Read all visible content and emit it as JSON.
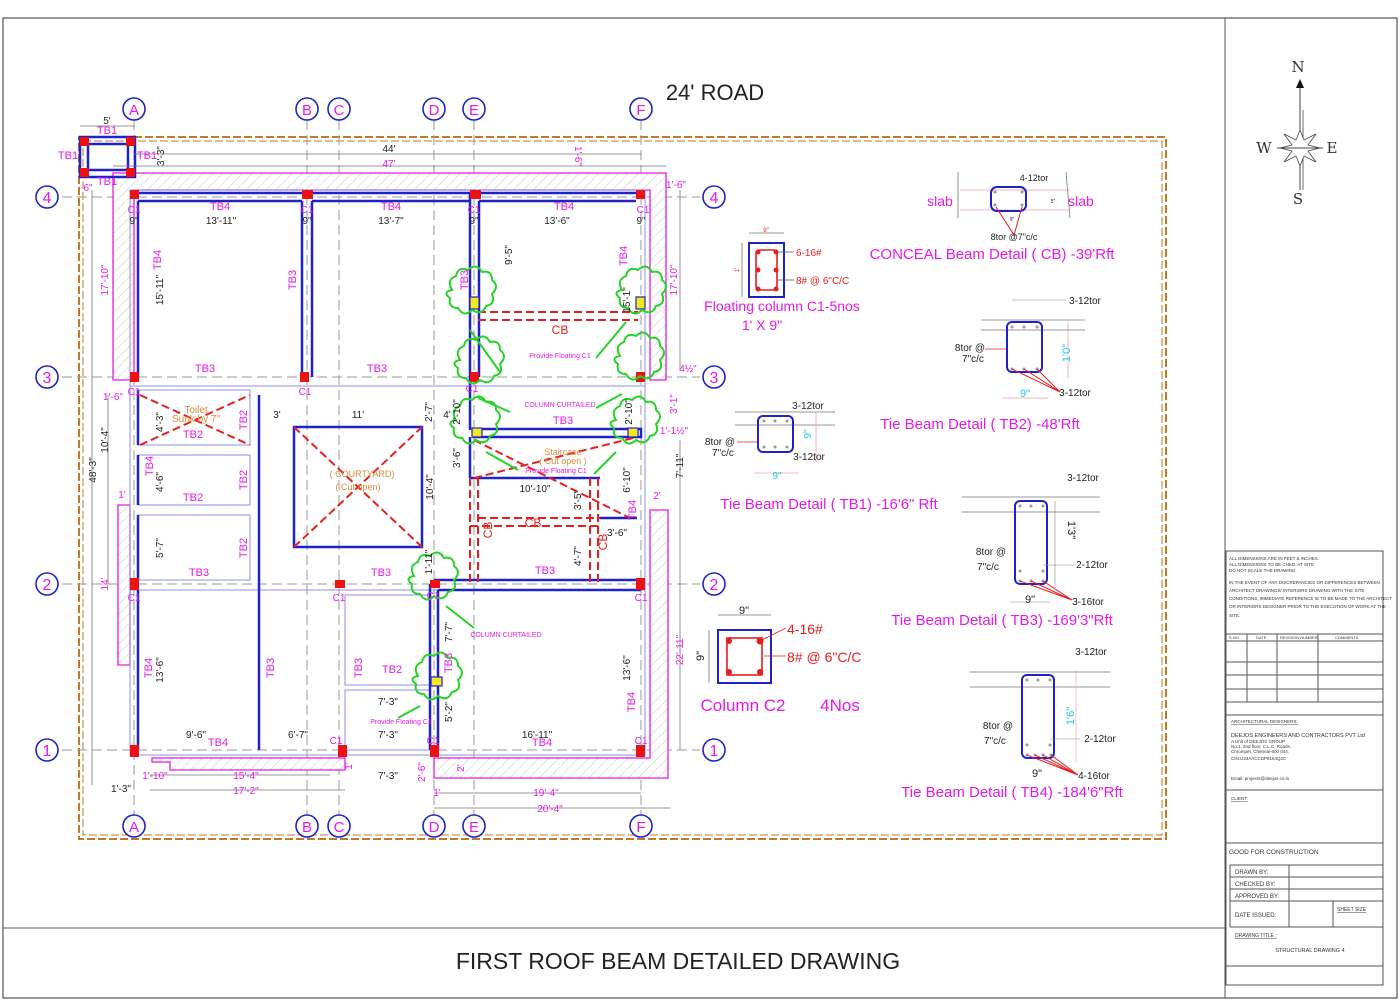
{
  "sheet": {
    "title": "FIRST ROOF BEAM DETAILED DRAWING",
    "road_label": "24' ROAD"
  },
  "compass": {
    "n": "N",
    "s": "S",
    "e": "E",
    "w": "W"
  },
  "grid_bubbles": {
    "columns_top": [
      "A",
      "B",
      "C",
      "D",
      "E",
      "F"
    ],
    "columns_bottom": [
      "A",
      "B",
      "C",
      "D",
      "E",
      "F"
    ],
    "rows_left": [
      "4",
      "3",
      "2",
      "1"
    ],
    "rows_right": [
      "4",
      "3",
      "2",
      "1"
    ]
  },
  "plan": {
    "beam_labels": {
      "tb1_top": "TB1",
      "tb1_left": "TB1",
      "tb1_right": "TB1",
      "tb1_bottom": "TB1",
      "tb4_top1": "TB4",
      "tb4_top2": "TB4",
      "tb4_top3": "TB4",
      "tb4_left": "TB4",
      "tb3_mid_v": "TB3",
      "tb3_e_v": "TB3",
      "tb4_right": "TB4",
      "tb3_row3_1": "TB3",
      "tb3_row3_2": "TB3",
      "tb2_toilet": "TB2",
      "tb2_v1": "TB2",
      "tb4_v2": "TB4",
      "tb2_h2": "TB2",
      "tb2_v2": "TB2",
      "tb2_v3": "TB2",
      "tb3_row2_1": "TB3",
      "tb3_row2_2": "TB3",
      "tb3_row2_3": "TB3",
      "tb3_stair": "TB3",
      "tb4_bl": "TB4",
      "tb3_bv": "TB3",
      "tb3_cv": "TB3",
      "tb2_c": "TB2",
      "tb3_dv": "TB3",
      "tb4_fv": "TB4",
      "tb4_stair": "TB4",
      "tb4_bottom1": "TB4",
      "tb4_bottom2": "TB4",
      "cb1": "CB",
      "cb2": "CB",
      "cb3": "CB",
      "cb4": "CB"
    },
    "column_labels": [
      "C1",
      "C1",
      "C1",
      "C1",
      "C1",
      "C1",
      "C1",
      "C1",
      "C1",
      "C1",
      "C1",
      "C1",
      "C1",
      "C1"
    ],
    "dimensions": {
      "d_5": "5'",
      "d_44": "44'",
      "d_47": "47'",
      "d_3_3": "3'-3\"",
      "d_1_6_top": "1'-6\"",
      "d_1_6_r": "1'-6\"",
      "d_6": "6\"",
      "d_13_11": "13'-11\"",
      "d_13_7": "13'-7\"",
      "d_13_6": "13'-6\"",
      "d_9a": "9\"",
      "d_9b": "9\"",
      "d_9c": "9\"",
      "d_9d": "9\"",
      "d_15_11": "15'-11\"",
      "d_9_5": "9'-5\"",
      "d_15_1": "15'-1\"",
      "d_17_10_l": "17'-10\"",
      "d_17_10_r": "17'-10\"",
      "d_48_3": "48'-3\"",
      "d_10_4_l": "10'-4\"",
      "d_1_6_l": "1'-6\"",
      "d_4_3": "4'-3\"",
      "d_4_6": "4'-6\"",
      "d_5_7": "5'-7\"",
      "d_1_l": "1'",
      "d_14": "14'",
      "d_3": "3'",
      "d_11": "11'",
      "d_2_7": "2'-7\"",
      "d_4": "4'",
      "d_2_10a": "2'-10\"",
      "d_2_10b": "2'-10\"",
      "d_3_6a": "3'-6\"",
      "d_10_4_c": "10'-4\"",
      "d_10_10": "10'-10\"",
      "d_3_5": "3'-5\"",
      "d_4_7": "4'-7\"",
      "d_6_10": "6'-10\"",
      "d_3_6b": "3'-6\"",
      "d_2": "2'",
      "d_4_half": "4½\"",
      "d_3_1": "3'-1\"",
      "d_1_1half": "1'-1½\"",
      "d_7_11": "7'-11\"",
      "d_22_11": "22'-11\"",
      "d_1_11": "1'-11\"",
      "d_13_6_bl": "13'-6\"",
      "d_7_7": "7'-7\"",
      "d_13_6_br": "13'-6\"",
      "d_5_2": "5'-2\"",
      "d_7_3a": "7'-3\"",
      "d_7_3b": "7'-3\"",
      "d_7_3c": "7'-3\"",
      "d_9_6": "9'-6\"",
      "d_6_7": "6'-7\"",
      "d_16_11": "16'-11\"",
      "d_1_10": "1'-10\"",
      "d_15_4": "15'-4\"",
      "d_17_2": "17'-2\"",
      "d_1_3": "1'-3\"",
      "d_2_6": "2'-6\"",
      "d_1_b": "1'",
      "d_19_4": "19'-4\"",
      "d_20_4": "20'-4\"",
      "d_2_b": "2'",
      "d_1_r": "1'"
    },
    "notes": {
      "toilet": "Toilet",
      "toilet_sunk": "Sunk by 7\"",
      "courtyard": "( COURTYARD)",
      "courtyard_cut": "( Cut open)",
      "staircase": "Staircase",
      "staircase_cut": "( Cut open )",
      "provide_floating_1": "Provide Floating C1",
      "provide_floating_2": "Provide Floating C1",
      "provide_floating_3": "Provide Floating C1",
      "column_curtailed_1": "COLUMN CURTAILED",
      "column_curtailed_2": "COLUMN CURTAILED"
    }
  },
  "details": {
    "conceal_beam": {
      "title": "CONCEAL Beam Detail ( CB)  -39'Rft",
      "top_bars": "4-12tor",
      "stirrup": "8tor @7\"c/c",
      "slab_left": "slab",
      "slab_right": "slab",
      "width": "9\"",
      "depth": "5\""
    },
    "floating_column": {
      "title": "Floating column C1-5nos",
      "size": "1' X 9\"",
      "main_bars": "6-16#",
      "ties": "8# @ 6\"C/C",
      "width": "9\"",
      "depth": "1'"
    },
    "tb2": {
      "title": "Tie Beam Detail ( TB2)  -48'Rft",
      "top_bars": "3-12tor",
      "bottom_bars": "3-12tor",
      "stirrup_1": "8tor @",
      "stirrup_2": "7\"c/c",
      "depth": "1'0\"",
      "width": "9\""
    },
    "tb1": {
      "title": "Tie Beam Detail ( TB1)  -16'6\"  Rft",
      "top_bars": "3-12tor",
      "bottom_bars": "3-12tor",
      "stirrup_1": "8tor @",
      "stirrup_2": "7\"c/c",
      "depth": "9\"",
      "width": "9\""
    },
    "tb3": {
      "title": "Tie Beam Detail ( TB3)  -169'3\"Rft",
      "top_bars": "3-12tor",
      "side_bars": "2-12tor",
      "bottom_bars": "3-16tor",
      "stirrup_1": "8tor @",
      "stirrup_2": "7\"c/c",
      "depth": "1'3\"",
      "width": "9\""
    },
    "tb4": {
      "title": "Tie Beam Detail ( TB4)  -184'6\"Rft",
      "top_bars": "3-12tor",
      "side_bars": "2-12tor",
      "bottom_bars": "4-16tor",
      "stirrup_1": "8tor @",
      "stirrup_2": "7\"c/c",
      "depth": "1'6\"",
      "width": "9\""
    },
    "column_c2": {
      "title": "Column C2",
      "count": "4Nos",
      "main_bars": "4-16#",
      "ties": "8# @ 6\"C/C",
      "width": "9\"",
      "depth": "9\""
    }
  },
  "title_block": {
    "notes_1": "ALL DIMENSIONS ARE IN  FEET & INCHES.",
    "notes_2": "ALL DIMENSIONS TO BE CHKD. AT SITE.",
    "notes_3": "DO NOT SCALE THE DRAWING.",
    "notes_4": "IN THE EVENT OF ANY DISCREPANCIES OR DIFFERENCES BETWEEN",
    "notes_5": "ARCHITECT DRAWINGS/ INTERIORS DRAWING WITH THE SITE",
    "notes_6": "CONDITIONS, IMMEDIATE REFERENCE IS TO BE MADE TO THE ARCHITECT",
    "notes_7": "OR INTERIORS DESIGNER PRIOR TO THE EXECUTION OF  WORK AT THE",
    "notes_8": "SITE.",
    "rev_headers": [
      "S.NO",
      "DATE",
      "REVISION NUMBER",
      "COMMENTS"
    ],
    "arch_label": "ARCHITECTURAL DESIGNERS:",
    "company": "DEEJOS ENGINEERS AND CONTRACTORS PVT Ltd",
    "addr_1": "A Unit of  DEEJOS GROUP",
    "addr_2": "No.1, 2nd floor, C.L.C. Roads,",
    "addr_3": "Chrompet, Chennai-600 044.",
    "addr_4": "CIN:U33AACCDP6164Q2C",
    "email": "Email: projects@deejos.co.in",
    "client_label": "CLIENT:",
    "status": "GOOD FOR CONSTRUCTION",
    "drawn_by": "DRAWN BY:",
    "checked_by": "CHECKED  BY:",
    "approved_by": "APPROVED BY:",
    "date_issued": "DATE ISSUED:",
    "sheet_size": "SHEET SIZE",
    "drawing_title_label": "DRAWING TITLE :",
    "drawing_title": "STRUCTURAL DRAWING 4"
  }
}
